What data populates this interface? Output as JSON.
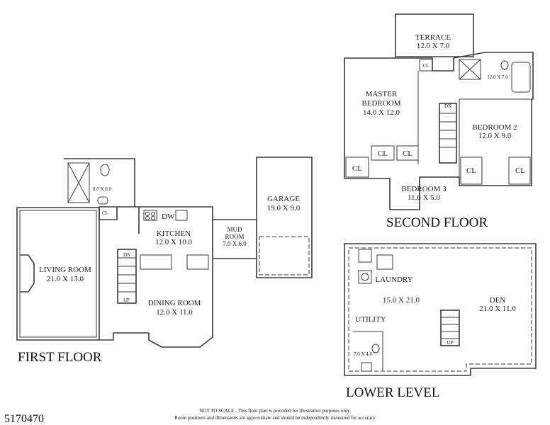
{
  "mls_number": "5170470",
  "disclaimer": {
    "line1": "NOT TO SCALE - This floor plan is provided for illustration purposes only.",
    "line2": "Room positions and dimensions are approximate and should be independently measured for accuracy"
  },
  "floors": {
    "first": {
      "title": "FIRST FLOOR",
      "living_room": {
        "name": "LIVING ROOM",
        "dims": "21.0 X 13.0"
      },
      "kitchen": {
        "name": "KITCHEN",
        "dims": "12.0 X 10.0"
      },
      "dining_room": {
        "name": "DINING ROOM",
        "dims": "12.0 X 11.0"
      },
      "mud_room": {
        "name1": "MUD",
        "name2": "ROOM",
        "dims": "7.0 X 6.0"
      },
      "garage": {
        "name": "GARAGE",
        "dims": "19.0 X 9.0"
      },
      "bath": {
        "dims": "8.0 X 8.0"
      },
      "closet": "CL",
      "dishwasher": "DW",
      "stair_dn": "DN",
      "stair_up": "UP"
    },
    "second": {
      "title": "SECOND FLOOR",
      "terrace": {
        "name": "TERRACE",
        "dims": "12.0 X 7.0"
      },
      "master_bedroom": {
        "name1": "MASTER",
        "name2": "BEDROOM",
        "dims": "14.0 X 12.0"
      },
      "bedroom2": {
        "name": "BEDROOM 2",
        "dims": "12.0 X 9.0"
      },
      "bedroom3": {
        "name": "BEDROOM 3",
        "dims": "11.0 X 5.0"
      },
      "bath": {
        "dims": "12.0 X 7.0"
      },
      "closet": "CL",
      "stair_dn": "DN"
    },
    "lower": {
      "title": "LOWER LEVEL",
      "laundry": {
        "name": "LAUNDRY",
        "dims": "15.0 X 21.0"
      },
      "den": {
        "name": "DEN",
        "dims": "21.0 X 11.0"
      },
      "utility": {
        "name": "UTILITY"
      },
      "bath": {
        "dims": "7.0 X 4.0"
      },
      "stair_up": "UP"
    }
  }
}
